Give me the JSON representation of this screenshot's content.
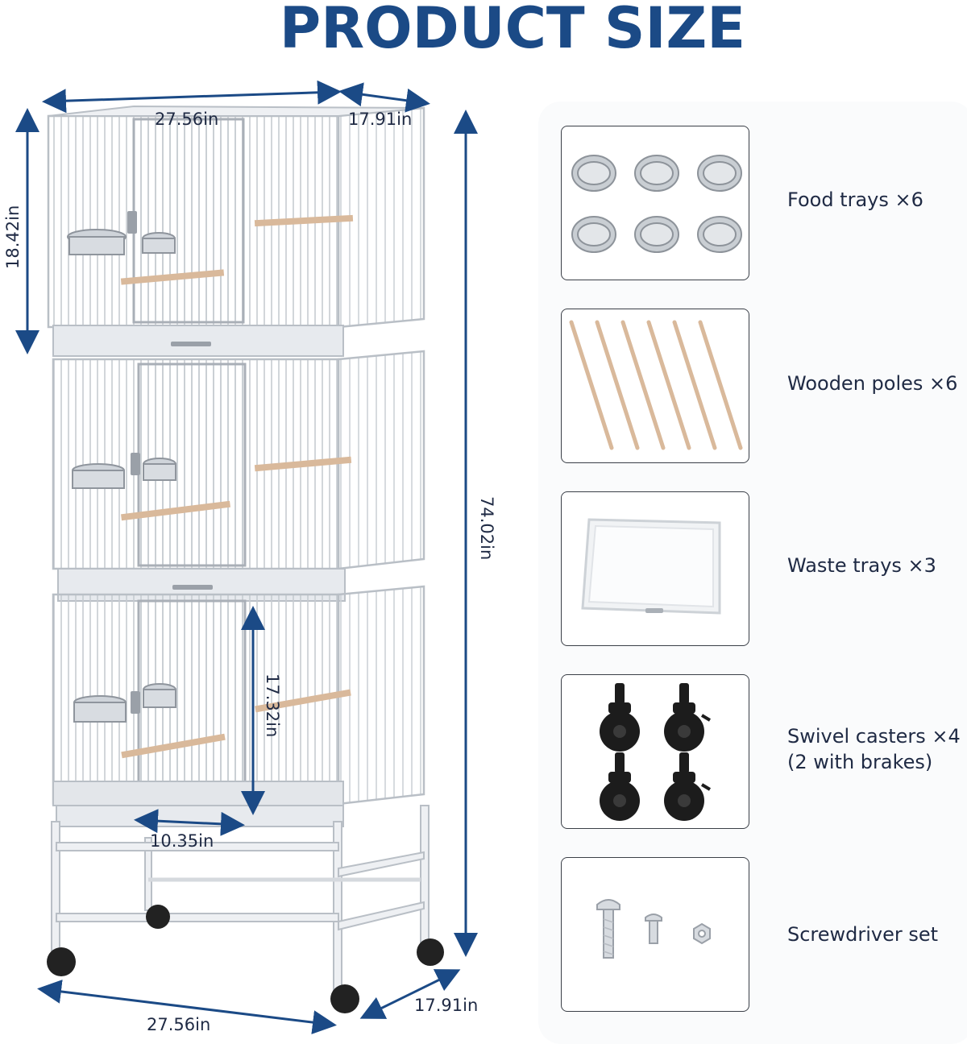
{
  "title": "PRODUCT SIZE",
  "dimensions": {
    "top_width": "27.56in",
    "top_depth": "17.91in",
    "top_tier_height": "18.42in",
    "total_height": "74.02in",
    "door_height": "17.32in",
    "door_width": "10.35in",
    "base_width": "27.56in",
    "base_depth": "17.91in"
  },
  "accessories": [
    {
      "icon": "food-tray-icon",
      "label": "Food trays ×6"
    },
    {
      "icon": "wooden-pole-icon",
      "label": "Wooden poles ×6"
    },
    {
      "icon": "waste-tray-icon",
      "label": "Waste trays ×3"
    },
    {
      "icon": "caster-icon",
      "label_line1": "Swivel casters ×4",
      "label_line2": "(2 with brakes)"
    },
    {
      "icon": "screw-icon",
      "label": "Screwdriver set"
    }
  ],
  "colors": {
    "title": "#1b4a86",
    "dimension_arrow": "#1b4a86",
    "cage": "#e9ecef",
    "cage_stroke": "#b9bfc6",
    "perch": "#d9b99b"
  }
}
